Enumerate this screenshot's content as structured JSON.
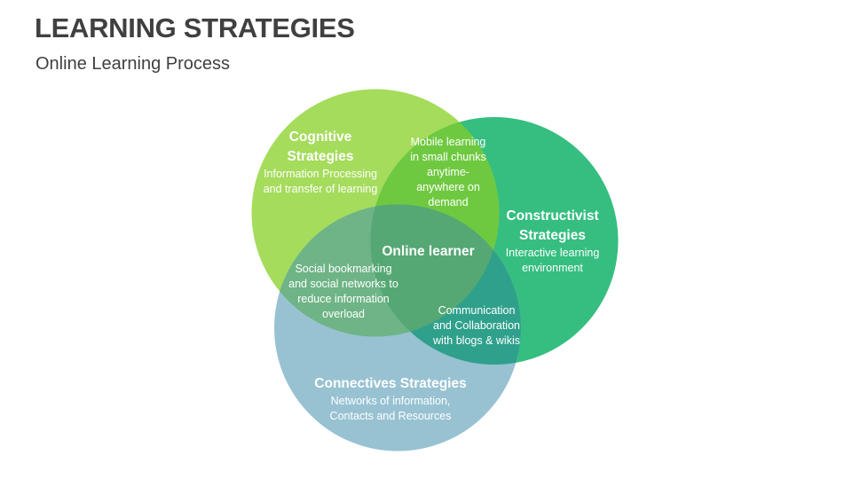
{
  "slide": {
    "title": "LEARNING STRATEGIES",
    "subtitle": "Online Learning Process"
  },
  "colors": {
    "title_text": "#404040",
    "cognitive": "#A5DC5C",
    "constructivist": "#35BE80",
    "connectives": "#98C2D2",
    "cognitive_constructivist": "#6FC940",
    "cognitive_connectives": "#6EB486",
    "constructivist_connectives": "#2FA08B",
    "center": "#55A873",
    "label_text": "#FFFFFF"
  },
  "venn": {
    "circles": [
      {
        "id": "cognitive",
        "title_lines": [
          "Cognitive",
          "Strategies"
        ],
        "body_lines": [
          "Information Processing",
          "and transfer of learning"
        ]
      },
      {
        "id": "constructivist",
        "title_lines": [
          "Constructivist",
          "Strategies"
        ],
        "body_lines": [
          "Interactive learning",
          "environment"
        ]
      },
      {
        "id": "connectives",
        "title_lines": [
          "Connectives Strategies"
        ],
        "body_lines": [
          "Networks of information,",
          "Contacts and Resources"
        ]
      }
    ],
    "overlaps": {
      "cognitive_constructivist": [
        "Mobile learning",
        "in small chunks",
        "anytime-",
        "anywhere on",
        "demand"
      ],
      "cognitive_connectives": [
        "Social bookmarking",
        "and social networks to",
        "reduce information",
        "overload"
      ],
      "constructivist_connectives": [
        "Communication",
        "and Collaboration",
        "with blogs & wikis"
      ]
    },
    "center": "Online learner"
  }
}
